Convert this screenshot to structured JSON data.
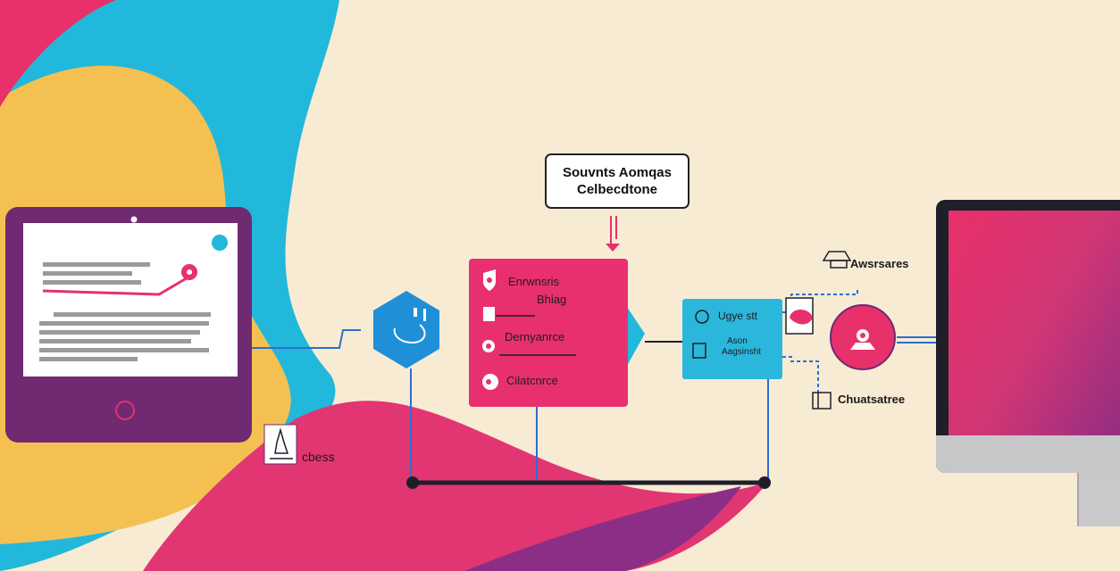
{
  "callout": {
    "line1": "Souvnts Aomqas",
    "line2": "Celbecdtone"
  },
  "pink_card": {
    "row1": "Enrwnsris",
    "row2": "Bhiag",
    "row3": "Dernyanrce",
    "row4": "Cilatcnrce"
  },
  "blue_card": {
    "row1": "Ugye stt",
    "row2": "Ason",
    "row3": "Aagsinsht"
  },
  "side_labels": {
    "top_right": "Awsrsares",
    "bottom_right": "Chuatsatree",
    "bottom_left": "cbess"
  },
  "colors": {
    "background": "#f8ebd4",
    "pink": "#e8306f",
    "blue": "#2bb7dc",
    "purple": "#6f2a72",
    "yellow": "#f5c052",
    "line": "#1f1f2a"
  }
}
